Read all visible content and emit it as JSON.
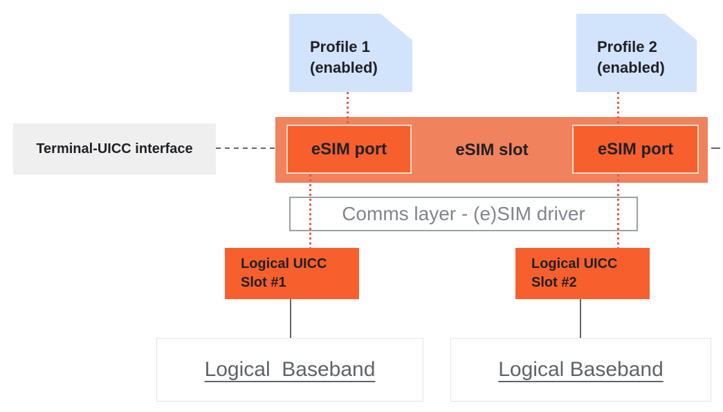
{
  "diagram": {
    "title": "eSIM slot architecture diagram",
    "profile1": {
      "name": "Profile 1",
      "status": "(enabled)"
    },
    "profile2": {
      "name": "Profile 2",
      "status": "(enabled)"
    },
    "terminal_interface": {
      "label": "Terminal-UICC interface"
    },
    "esim_slot": {
      "label": "eSIM slot",
      "port1": {
        "label": "eSIM port"
      },
      "port2": {
        "label": "eSIM port"
      }
    },
    "comms_layer": {
      "label": "Comms layer - (e)SIM driver"
    },
    "uicc_slot1": {
      "line1": "Logical UICC",
      "line2": "Slot #1"
    },
    "uicc_slot2": {
      "line1": "Logical UICC",
      "line2": "Slot #2"
    },
    "baseband1": {
      "label": "Logical  Baseband"
    },
    "baseband2": {
      "label": "Logical Baseband"
    }
  },
  "colors": {
    "profile_fill": "#D2E3FC",
    "slot_fill": "#F0825D",
    "port_fill": "#F75F2D",
    "port_border": "#FADCC9",
    "uicc_fill": "#F75F2D",
    "terminal_fill": "#EFEFEF",
    "comms_border": "#9AA0A6",
    "comms_text": "#80868B",
    "baseband_text": "#5F6368",
    "dotted_connector": "#E85747",
    "dashed_connector": "#5F6368",
    "text_dark": "#202124",
    "background": "#FFFFFF"
  }
}
